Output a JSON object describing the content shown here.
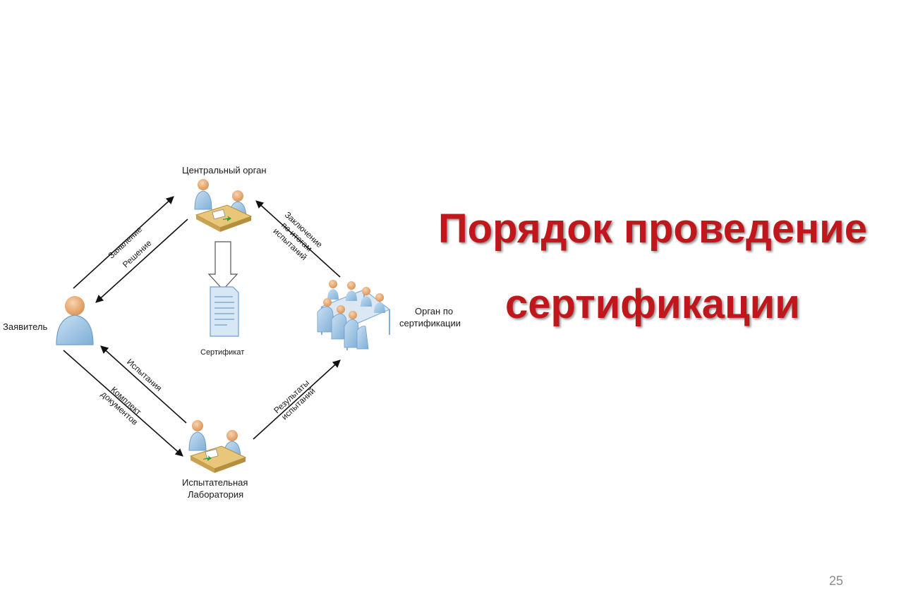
{
  "title": {
    "line1": "Порядок проведение",
    "line2": "сертификации"
  },
  "page_number": "25",
  "diagram": {
    "nodes": {
      "central": "Центральный орган",
      "applicant": "Заявитель",
      "certification_body": [
        "Орган по",
        "сертификации"
      ],
      "lab": [
        "Испытательная",
        "Лаборатория"
      ],
      "certificate": "Сертификат"
    },
    "edges": {
      "application": "Заявление",
      "decision": "Решение",
      "conclusion": [
        "Заключение",
        "по итогам",
        "испытаний"
      ],
      "tests": "Испытания",
      "documents": [
        "Комплект",
        "документов"
      ],
      "results": [
        "Результаты",
        "испытаний"
      ]
    }
  },
  "colors": {
    "title": "#c0171d",
    "person": "#9cc3e4",
    "skin": "#f0b98a",
    "table": "#e8c77a",
    "arrow": "#111111"
  }
}
